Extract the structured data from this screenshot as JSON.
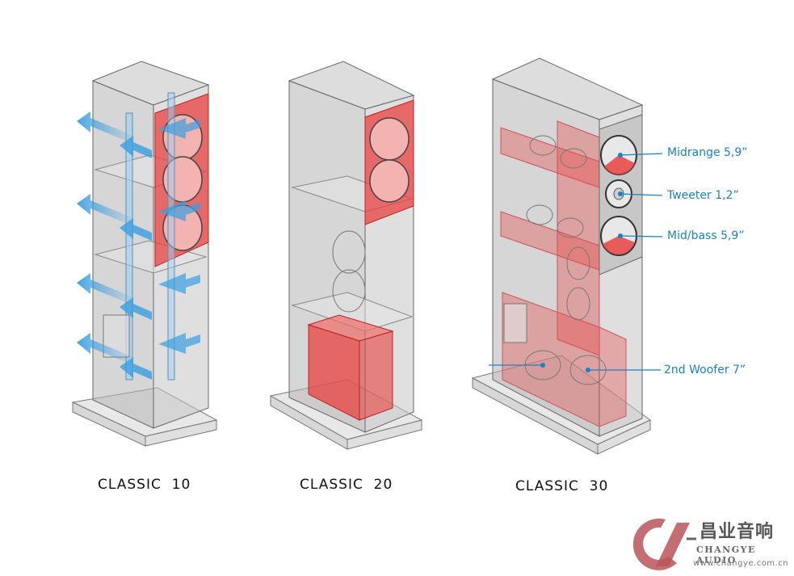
{
  "models": [
    {
      "name": "CLASSIC  10"
    },
    {
      "name": "CLASSIC  20"
    },
    {
      "name": "CLASSIC  30"
    }
  ],
  "callouts": [
    {
      "label": "Midrange 5,9”"
    },
    {
      "label": "Tweeter 1,2”"
    },
    {
      "label": "Mid/bass 5,9”"
    },
    {
      "label": "2nd Woofer 7”"
    }
  ],
  "brand": {
    "name_cn": "昌业音响",
    "name_en": "CHANGYE AUDIO",
    "url": "www.changye.com.cn"
  },
  "colors": {
    "highlight": "#e8423f",
    "callout": "#1a82c2",
    "airflow": "#3b9ee0",
    "cabinet": "#9a9a9a"
  }
}
